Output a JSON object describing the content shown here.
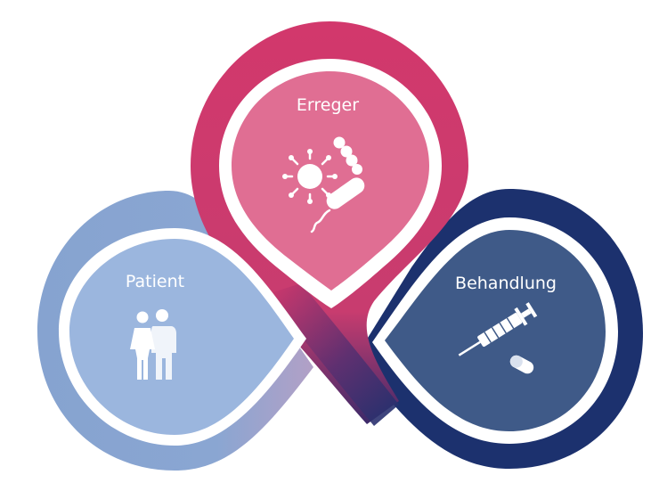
{
  "diagram": {
    "nodes": [
      {
        "id": "erreger",
        "label": "Erreger",
        "icon": "pathogen-icon",
        "ring_color": "#d2386c",
        "fill_color": "#e06e93"
      },
      {
        "id": "patient",
        "label": "Patient",
        "icon": "people-icon",
        "ring_color": "#89a6d2",
        "fill_color": "#9bb6de"
      },
      {
        "id": "behandlung",
        "label": "Behandlung",
        "icon": "syringe-pill-icon",
        "ring_color": "#1c316e",
        "fill_color": "#3f5a88"
      }
    ]
  }
}
